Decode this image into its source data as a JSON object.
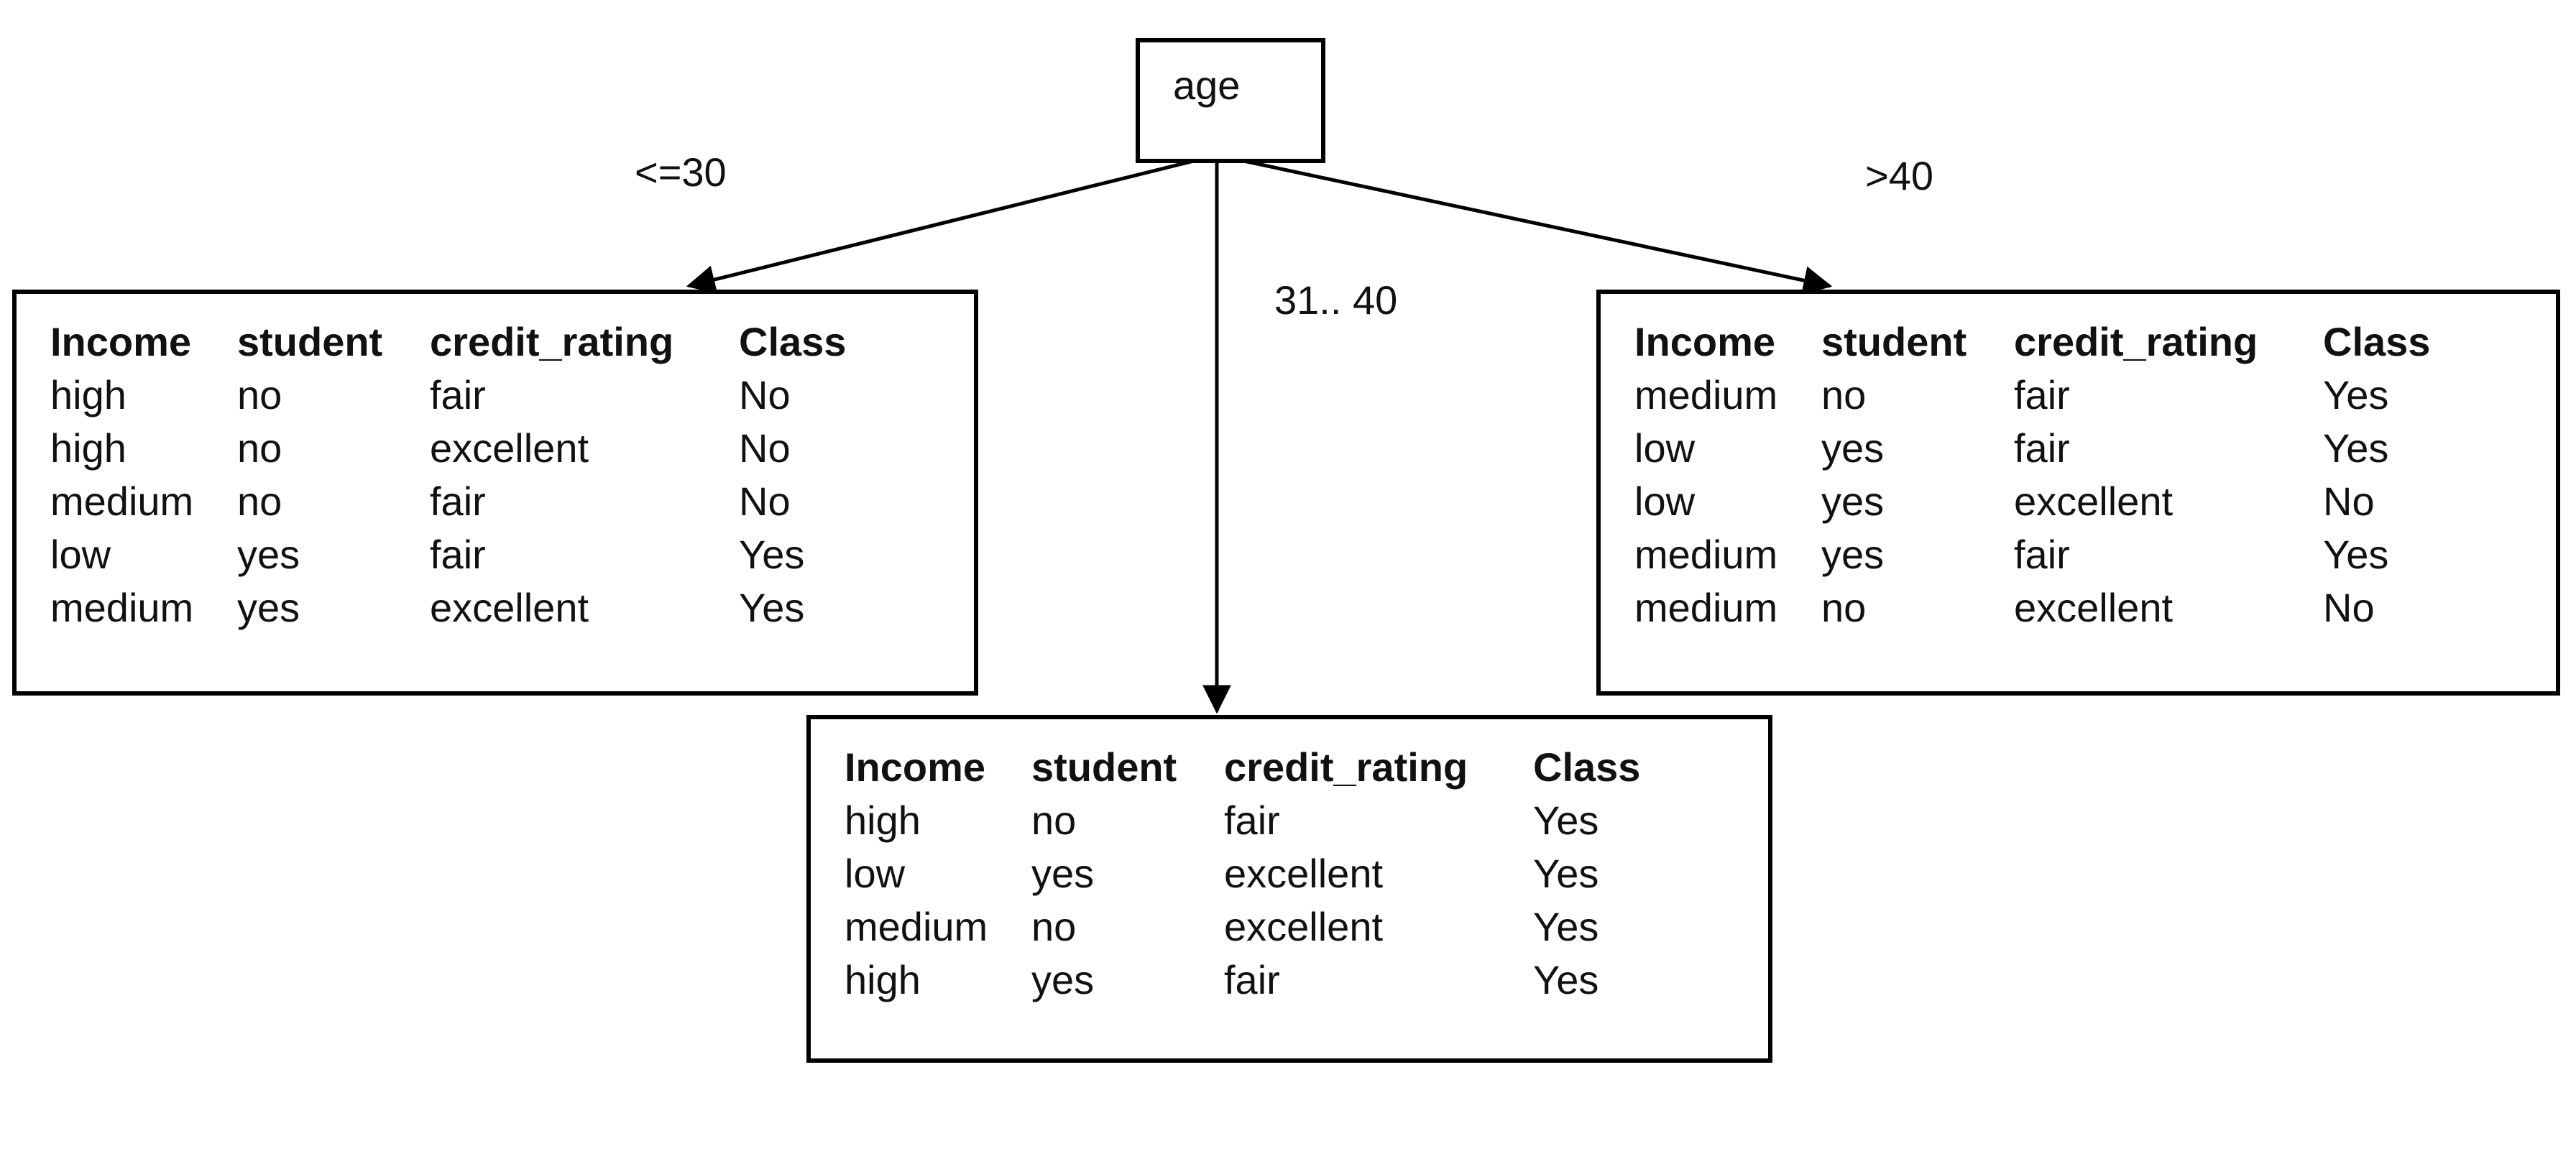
{
  "root": {
    "label": "age"
  },
  "edges": [
    {
      "id": "left",
      "label": "<=30"
    },
    {
      "id": "middle",
      "label": "31.. 40"
    },
    {
      "id": "right",
      "label": ">40"
    }
  ],
  "headers": [
    "Income",
    "student",
    "credit_rating",
    "Class"
  ],
  "tables": {
    "left": [
      [
        "high",
        "no",
        "fair",
        "No"
      ],
      [
        "high",
        "no",
        "excellent",
        "No"
      ],
      [
        "medium",
        "no",
        "fair",
        "No"
      ],
      [
        "low",
        "yes",
        "fair",
        "Yes"
      ],
      [
        "medium",
        "yes",
        "excellent",
        "Yes"
      ]
    ],
    "middle": [
      [
        "high",
        "no",
        "fair",
        "Yes"
      ],
      [
        "low",
        "yes",
        "excellent",
        "Yes"
      ],
      [
        "medium",
        "no",
        "excellent",
        "Yes"
      ],
      [
        "high",
        "yes",
        "fair",
        "Yes"
      ]
    ],
    "right": [
      [
        "medium",
        "no",
        "fair",
        "Yes"
      ],
      [
        "low",
        "yes",
        "fair",
        "Yes"
      ],
      [
        "low",
        "yes",
        "excellent",
        "No"
      ],
      [
        "medium",
        "yes",
        "fair",
        "Yes"
      ],
      [
        "medium",
        "no",
        "excellent",
        "No"
      ]
    ]
  },
  "colors": {
    "line": "#000000",
    "highlight": "#ffe94a"
  }
}
